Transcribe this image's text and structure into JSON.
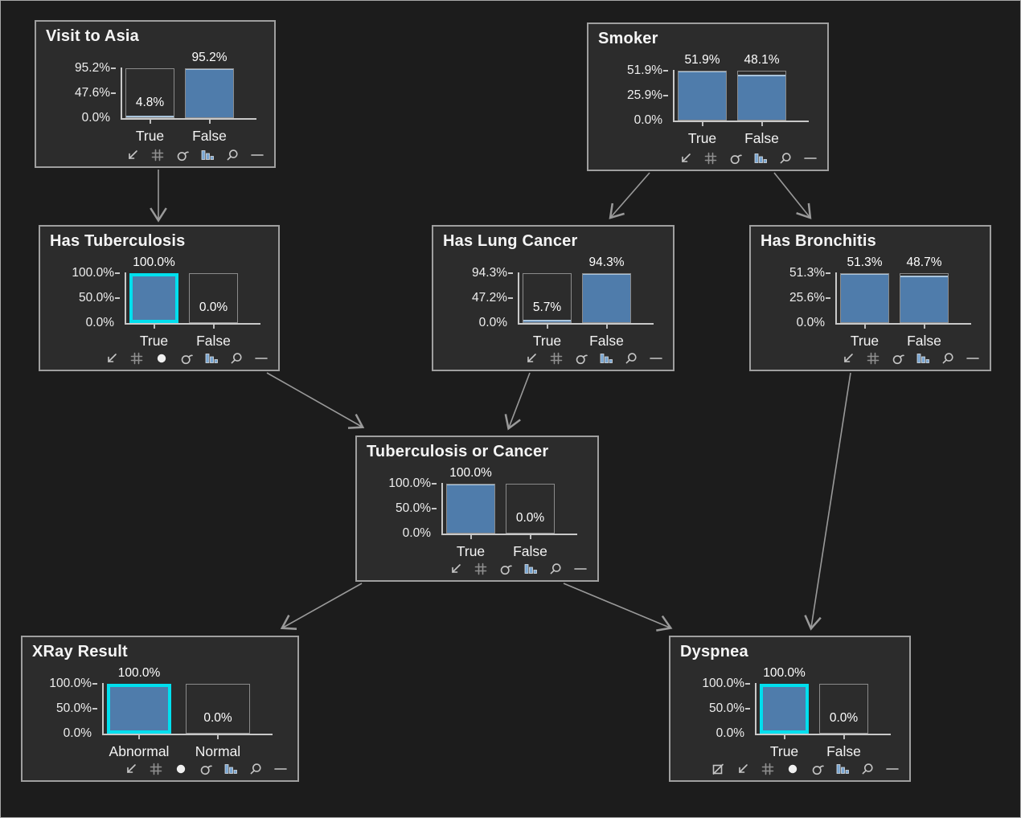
{
  "colors": {
    "canvas_bg": "#1c1c1c",
    "node_bg": "#2c2c2c",
    "node_border": "#9f9f9f",
    "bar_fill": "#4f7cab",
    "evidence_highlight": "#00dfee",
    "bar_frame": "#8b8b8b",
    "axis": "#c9c9c9",
    "arrow": "#9a9a9a",
    "icon": "#c6c6c6",
    "icon_bar_chart": "#78a5d2",
    "text": "#f5f5f5"
  },
  "network": {
    "edges": [
      {
        "from": "Visit to Asia",
        "to": "Has Tuberculosis"
      },
      {
        "from": "Smoker",
        "to": "Has Lung Cancer"
      },
      {
        "from": "Smoker",
        "to": "Has Bronchitis"
      },
      {
        "from": "Has Tuberculosis",
        "to": "Tuberculosis or Cancer"
      },
      {
        "from": "Has Lung Cancer",
        "to": "Tuberculosis or Cancer"
      },
      {
        "from": "Has Bronchitis",
        "to": "Dyspnea"
      },
      {
        "from": "Tuberculosis or Cancer",
        "to": "XRay Result"
      },
      {
        "from": "Tuberculosis or Cancer",
        "to": "Dyspnea"
      }
    ]
  },
  "nodes": [
    {
      "id": "visit-to-asia",
      "title": "Visit to Asia",
      "chart": {
        "type": "bar",
        "y_ticks": [
          "95.2%",
          "47.6%",
          "0.0%"
        ],
        "axis_max": 95.2,
        "categories": [
          "True",
          "False"
        ],
        "values": [
          4.8,
          95.2
        ],
        "value_labels": [
          "4.8%",
          "95.2%"
        ],
        "evidence": [
          false,
          false
        ]
      },
      "toolbar": [
        "arrow-down-left",
        "grid",
        "sigma",
        "bar-chart",
        "magnifier",
        "minus"
      ]
    },
    {
      "id": "smoker",
      "title": "Smoker",
      "chart": {
        "type": "bar",
        "y_ticks": [
          "51.9%",
          "25.9%",
          "0.0%"
        ],
        "axis_max": 51.9,
        "categories": [
          "True",
          "False"
        ],
        "values": [
          51.9,
          48.1
        ],
        "value_labels": [
          "51.9%",
          "48.1%"
        ],
        "evidence": [
          false,
          false
        ]
      },
      "toolbar": [
        "arrow-down-left",
        "grid",
        "sigma",
        "bar-chart",
        "magnifier",
        "minus"
      ]
    },
    {
      "id": "has-tuberculosis",
      "title": "Has Tuberculosis",
      "chart": {
        "type": "bar",
        "y_ticks": [
          "100.0%",
          "50.0%",
          "0.0%"
        ],
        "axis_max": 100.0,
        "categories": [
          "True",
          "False"
        ],
        "values": [
          100.0,
          0.0
        ],
        "value_labels": [
          "100.0%",
          "0.0%"
        ],
        "evidence": [
          true,
          false
        ]
      },
      "toolbar": [
        "arrow-down-left",
        "grid",
        "circle",
        "sigma",
        "bar-chart",
        "magnifier",
        "minus"
      ]
    },
    {
      "id": "has-lung-cancer",
      "title": "Has Lung Cancer",
      "chart": {
        "type": "bar",
        "y_ticks": [
          "94.3%",
          "47.2%",
          "0.0%"
        ],
        "axis_max": 94.3,
        "categories": [
          "True",
          "False"
        ],
        "values": [
          5.7,
          94.3
        ],
        "value_labels": [
          "5.7%",
          "94.3%"
        ],
        "evidence": [
          false,
          false
        ]
      },
      "toolbar": [
        "arrow-down-left",
        "grid",
        "sigma",
        "bar-chart",
        "magnifier",
        "minus"
      ]
    },
    {
      "id": "has-bronchitis",
      "title": "Has Bronchitis",
      "chart": {
        "type": "bar",
        "y_ticks": [
          "51.3%",
          "25.6%",
          "0.0%"
        ],
        "axis_max": 51.3,
        "categories": [
          "True",
          "False"
        ],
        "values": [
          51.3,
          48.7
        ],
        "value_labels": [
          "51.3%",
          "48.7%"
        ],
        "evidence": [
          false,
          false
        ]
      },
      "toolbar": [
        "arrow-down-left",
        "grid",
        "sigma",
        "bar-chart",
        "magnifier",
        "minus"
      ]
    },
    {
      "id": "tuberculosis-or-cancer",
      "title": "Tuberculosis or Cancer",
      "chart": {
        "type": "bar",
        "y_ticks": [
          "100.0%",
          "50.0%",
          "0.0%"
        ],
        "axis_max": 100.0,
        "categories": [
          "True",
          "False"
        ],
        "values": [
          100.0,
          0.0
        ],
        "value_labels": [
          "100.0%",
          "0.0%"
        ],
        "evidence": [
          false,
          false
        ]
      },
      "toolbar": [
        "arrow-down-left",
        "grid",
        "sigma",
        "bar-chart",
        "magnifier",
        "minus"
      ]
    },
    {
      "id": "xray-result",
      "title": "XRay Result",
      "chart": {
        "type": "bar",
        "y_ticks": [
          "100.0%",
          "50.0%",
          "0.0%"
        ],
        "axis_max": 100.0,
        "categories": [
          "Abnormal",
          "Normal"
        ],
        "values": [
          100.0,
          0.0
        ],
        "value_labels": [
          "100.0%",
          "0.0%"
        ],
        "evidence": [
          true,
          false
        ]
      },
      "toolbar": [
        "arrow-down-left",
        "grid",
        "circle",
        "sigma",
        "bar-chart",
        "magnifier",
        "minus"
      ]
    },
    {
      "id": "dyspnea",
      "title": "Dyspnea",
      "chart": {
        "type": "bar",
        "y_ticks": [
          "100.0%",
          "50.0%",
          "0.0%"
        ],
        "axis_max": 100.0,
        "categories": [
          "True",
          "False"
        ],
        "values": [
          100.0,
          0.0
        ],
        "value_labels": [
          "100.0%",
          "0.0%"
        ],
        "evidence": [
          true,
          false
        ]
      },
      "toolbar": [
        "square-diagonal",
        "arrow-down-left",
        "grid",
        "circle",
        "sigma",
        "bar-chart",
        "magnifier",
        "minus"
      ]
    }
  ]
}
